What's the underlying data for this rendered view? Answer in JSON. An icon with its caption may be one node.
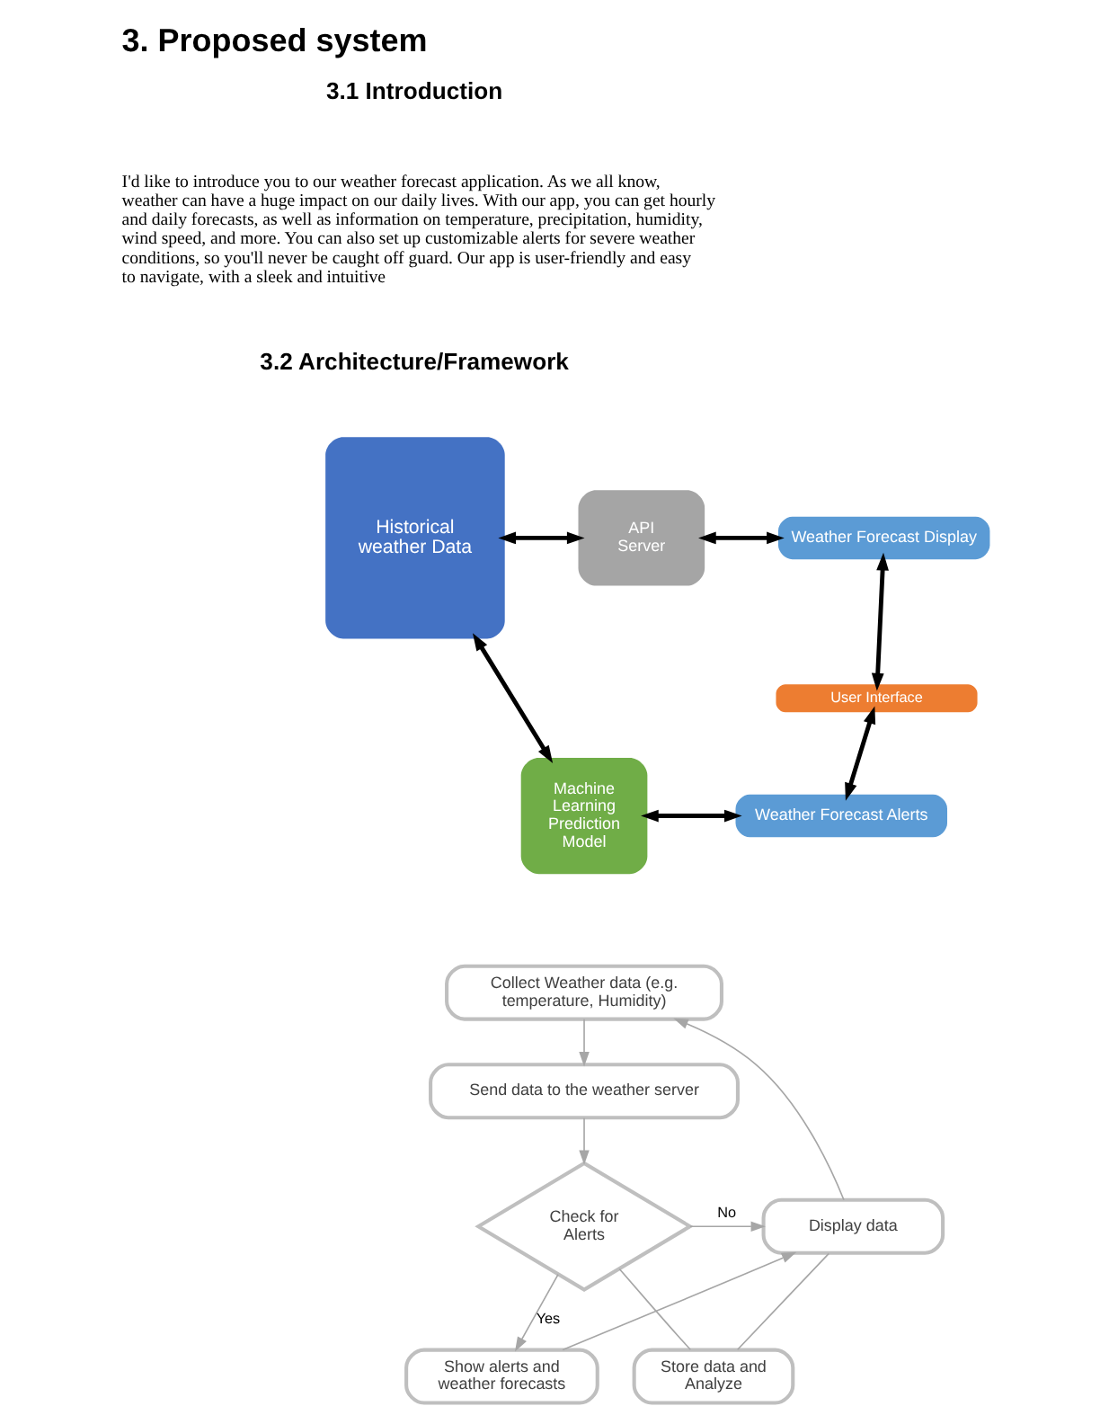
{
  "diagram": {
    "title": "3. Proposed system",
    "nodes": [
      {
        "text": [
          "Historical weather Data"
        ]
      },
      {
        "text": [
          "API Server"
        ]
      },
      {
        "text": [
          "Machine Learning Prediction Model"
        ]
      },
      {
        "text": [
          "Weather Forecast Display"
        ]
      },
      {
        "text": [
          "User Interface"
        ]
      },
      {
        "text": [
          "Weather Forecast Alerts"
        ]
      },
      {
        "text": [
          "Collect Weather data (e.g. temperature, Humidity)"
        ]
      },
      {
        "text": [
          "Send data to the weather server"
        ]
      },
      {
        "text": [
          "Check for Alerts"
        ]
      },
      {
        "text": [
          "Display data"
        ]
      },
      {
        "text": [
          "Store data and Analyze"
        ]
      },
      {
        "text": [
          "Show alerts and weather forecasts"
        ]
      }
    ],
    "edges": [
      {
        "from": 0,
        "to": 1,
        "arrow": "both",
        "style": "thick",
        "color": "#000000"
      },
      {
        "from": 0,
        "to": 2,
        "arrow": "both",
        "style": "thick",
        "color": "#000000"
      },
      {
        "from": 1,
        "to": 3,
        "arrow": "both",
        "style": "thick",
        "color": "#000000"
      },
      {
        "from": 2,
        "to": 5,
        "arrow": "both",
        "style": "thick",
        "color": "#000000"
      },
      {
        "from": 3,
        "to": 4,
        "arrow": "both",
        "style": "thick",
        "color": "#000000"
      },
      {
        "from": 4,
        "to": 5,
        "arrow": "both",
        "style": "thick",
        "color": "#000000"
      },
      {
        "from": 6,
        "to": 7,
        "arrow": "to"
      },
      {
        "from": 7,
        "to": 8,
        "arrow": "to"
      },
      {
        "from": 8,
        "to": 11,
        "arrow": "to",
        "label": "Yes"
      },
      {
        "from": 8,
        "to": 9,
        "arrow": "to",
        "label": "No"
      },
      {
        "from": 9,
        "to": 6,
        "arrow": "to"
      },
      {
        "from": 8,
        "to": 10,
        "arrow": "none"
      },
      {
        "from": 10,
        "to": 9,
        "arrow": "none"
      },
      {
        "from": 11,
        "to": 9,
        "arrow": "to"
      }
    ],
    "labels": [
      "3.1 Introduction",
      "I'd like to introduce you to our weather forecast application. As we all know, weather can have a huge impact on our daily lives. With our app, you can get hourly and daily forecasts, as well as information on temperature, precipitation, humidity, wind speed, and more. You can also set up customizable alerts for severe weather conditions, so you'll never be caught off guard. Our app is user-friendly and easy to navigate, with a sleek and intuitive",
      "3.2 Architecture/Framework"
    ]
  }
}
